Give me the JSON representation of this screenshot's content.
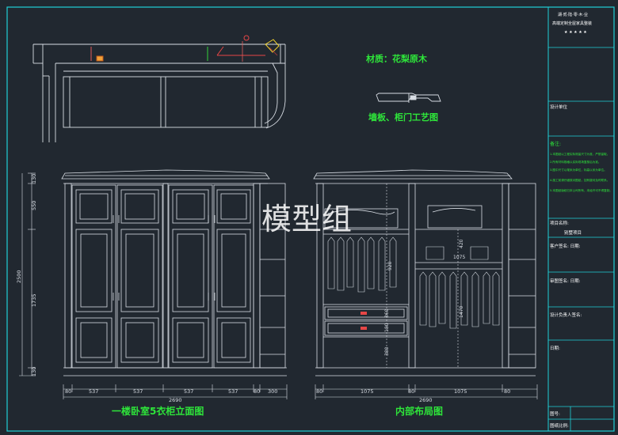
{
  "drawing": {
    "material_note": "材质：花梨原木",
    "detail_title": "墙板、柜门工艺图",
    "elevation_title": "一楼卧室5衣柜立面图",
    "layout_title": "内部布局图",
    "watermark": "模型组"
  },
  "elevation": {
    "dims_bottom": [
      "80",
      "537",
      "537",
      "537",
      "537",
      "80",
      "300"
    ],
    "total_width": "2690",
    "dims_left": [
      "130",
      "550",
      "1735",
      "130"
    ],
    "total_height": "2500"
  },
  "layout": {
    "dims_bottom": [
      "80",
      "1075",
      "80",
      "1075",
      "80"
    ],
    "total_width": "2690",
    "inner_dims": [
      "420",
      "1075",
      "920",
      "1470",
      "360",
      "180",
      "380"
    ]
  },
  "title_block": {
    "company_line1": "湖·贰·陆·零·木·业",
    "company_line2": "高端定制全屋家具整装",
    "stars": "★ ★ ★ ★ ★",
    "design_unit": "设计单位",
    "notes_heading": "备注:",
    "notes": [
      "1.本图纸以工程实际测量尺寸为准，严禁量取。",
      "2.所有材料规格以实际现场复核后为准。",
      "3.图中尺寸以毫米为单位，标高以米为单位。",
      "4.施工前请仔细核对图纸，如有疑问及时联系。",
      "5.本图纸版权归本公司所有，未经许可不得复制。"
    ],
    "project_name_label": "项目名称:",
    "project_name_value": "别墅项目",
    "client_sign": "客户签名:    日期:",
    "review_sign": "审图签名:    日期:",
    "designer_sign": "设计负责人签名:",
    "date_label": "日期:",
    "drawing_no": "图号:",
    "scale": "图纸比例:"
  }
}
